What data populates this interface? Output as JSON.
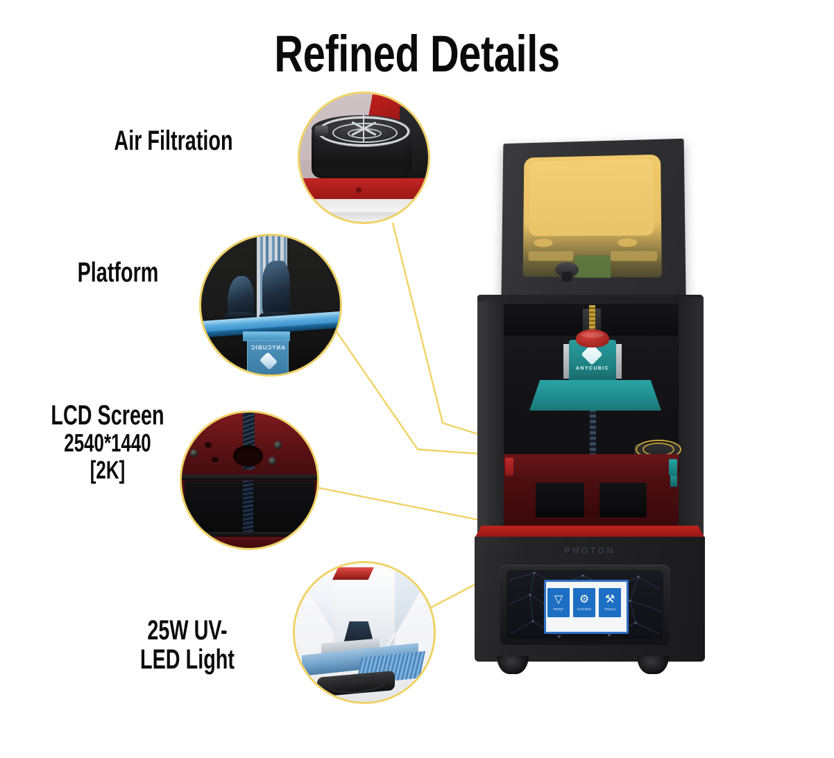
{
  "page": {
    "title": "Refined Details",
    "background_color": "#ffffff",
    "accent_line_color": "#f0d264",
    "text_color": "#0b0b0b"
  },
  "features": [
    {
      "id": "air-filtration",
      "label_lines": [
        "Air Filtration"
      ],
      "photo_caption": "activated-carbon-fan-module"
    },
    {
      "id": "platform",
      "label_lines": [
        "Platform"
      ],
      "photo_caption": "printed-figurines-on-build-platform"
    },
    {
      "id": "lcd-screen",
      "label_lines": [
        "LCD Screen",
        "2540*1440",
        "[2K]"
      ],
      "resolution": "2540*1440",
      "resolution_class": "[2K]",
      "photo_caption": "lcd-masking-screen-closeup"
    },
    {
      "id": "uv-led-light",
      "label_lines": [
        "25W UV-",
        "LED Light"
      ],
      "power": "25W",
      "photo_caption": "uv-led-matrix-with-heatsink-and-fan"
    }
  ],
  "printer": {
    "brand": "ANYCUBIC",
    "model_wordmark": "PHOTON",
    "lid_color": "#e9c166",
    "body_color": "#242426",
    "accent_red": "#c0231f",
    "platform_color": "#229293",
    "touchscreen": {
      "buttons": [
        {
          "label": "PRINT",
          "icon": "funnel-icon",
          "glyph": "∇"
        },
        {
          "label": "SYSTEM",
          "icon": "gear-icon",
          "glyph": "⚙"
        },
        {
          "label": "TOOLS",
          "icon": "tools-icon",
          "glyph": "⚒"
        }
      ]
    }
  }
}
